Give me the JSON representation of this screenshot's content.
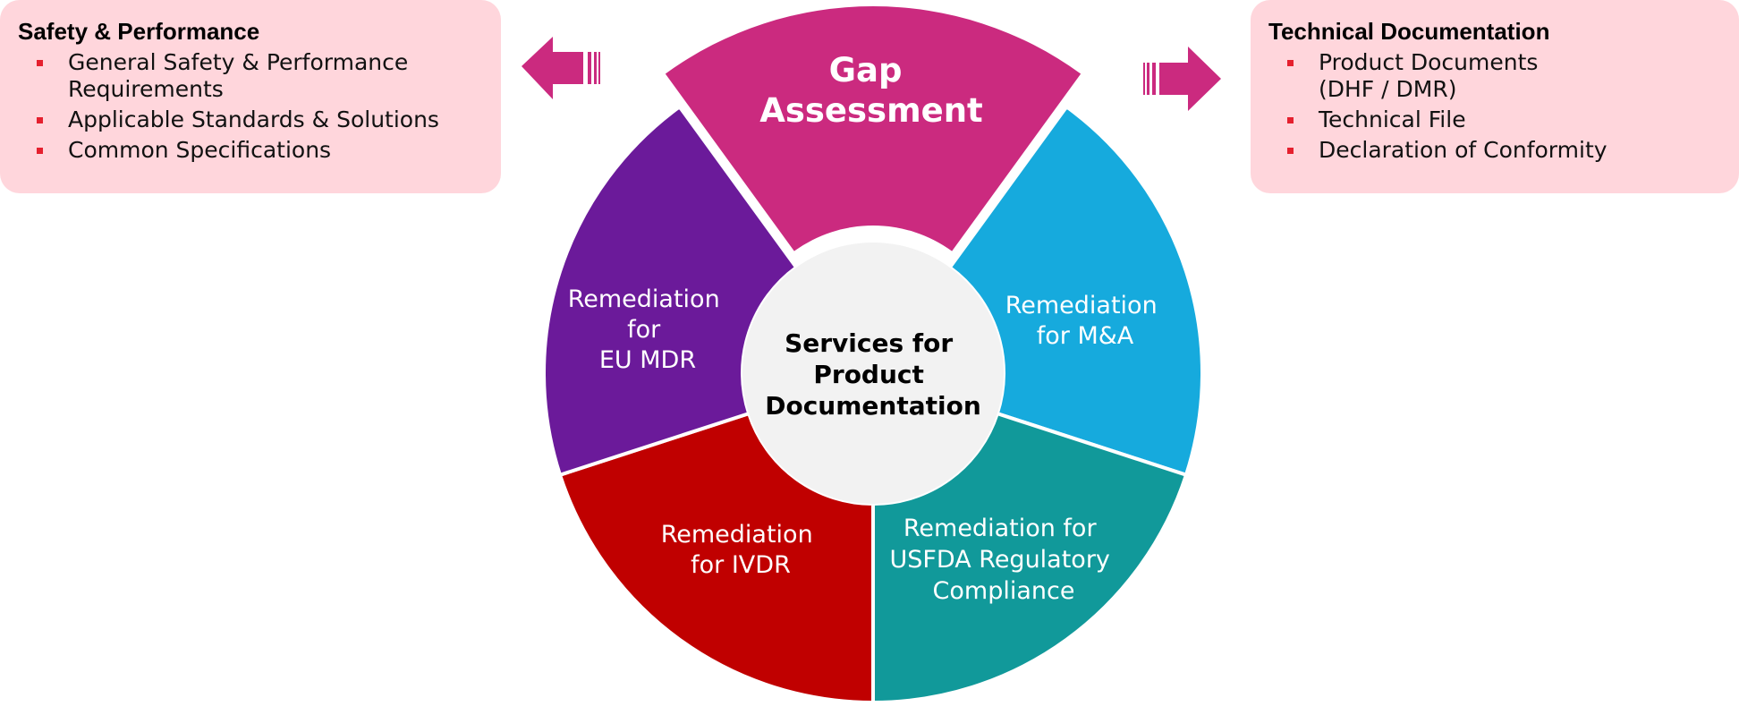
{
  "left_box": {
    "title": "Safety & Performance",
    "items": [
      [
        "General Safety & Performance",
        "Requirements"
      ],
      [
        "Applicable Standards & Solutions"
      ],
      [
        "Common Specifications"
      ]
    ]
  },
  "right_box": {
    "title": "Technical Documentation",
    "items": [
      [
        "Product Documents",
        "(DHF / DMR)"
      ],
      [
        "Technical File"
      ],
      [
        "Declaration of Conformity"
      ]
    ]
  },
  "center": {
    "lines": [
      "Services for",
      "Product",
      "Documentation"
    ]
  },
  "segments": {
    "gap": {
      "lines": [
        "Gap",
        "Assessment"
      ],
      "color": "#cb2a7f"
    },
    "ma": {
      "lines": [
        "Remediation",
        "for M&A"
      ],
      "color": "#16aadd"
    },
    "usfda": {
      "lines": [
        "Remediation for",
        "USFDA Regulatory",
        "Compliance"
      ],
      "color": "#11999a"
    },
    "ivdr": {
      "lines": [
        "Remediation",
        "for IVDR"
      ],
      "color": "#c00000"
    },
    "eumdr": {
      "lines": [
        "Remediation",
        "for",
        "EU MDR"
      ],
      "color": "#6b1a9a"
    }
  },
  "colors": {
    "center_fill": "#f2f2f2",
    "arrow": "#cb2a7f",
    "box_fill": "#ffd6dc",
    "bullet": "#e5202e"
  },
  "icons": {
    "left_arrow": "arrow-left-icon",
    "right_arrow": "arrow-right-icon"
  }
}
